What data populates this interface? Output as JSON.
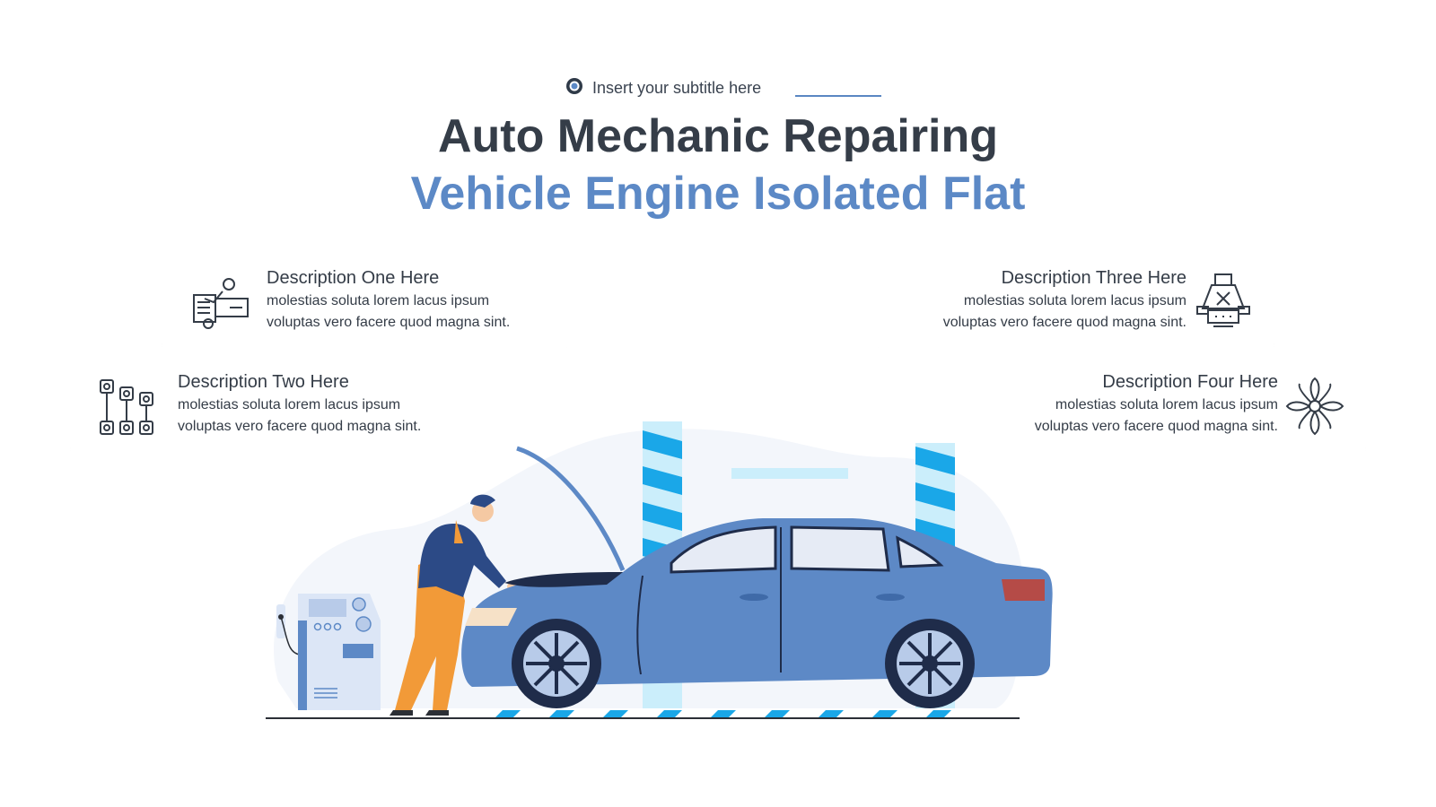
{
  "header": {
    "subtitle": "Insert your subtitle here",
    "subtitle_icon": "gear-icon",
    "title_line1": "Auto Mechanic Repairing",
    "title_line2": "Vehicle Engine Isolated Flat"
  },
  "cards": [
    {
      "title": "Description One Here",
      "line1": "molestias soluta lorem lacus ipsum",
      "line2": "voluptas vero facere quod magna sint.",
      "icon": "car-repair-icon"
    },
    {
      "title": "Description Two Here",
      "line1": "molestias soluta lorem lacus ipsum",
      "line2": "voluptas vero facere quod magna sint.",
      "icon": "spark-plugs-icon"
    },
    {
      "title": "Description Three Here",
      "line1": "molestias soluta lorem lacus ipsum",
      "line2": "voluptas vero facere quod magna sint.",
      "icon": "car-lift-icon"
    },
    {
      "title": "Description Four Here",
      "line1": "molestias soluta lorem lacus ipsum",
      "line2": "voluptas vero facere quod magna sint.",
      "icon": "fan-blades-icon"
    }
  ],
  "colors": {
    "accent": "#5c89c6",
    "dark_text": "#353d48",
    "car_body": "#5d89c6",
    "worker_overalls": "#f29a38",
    "worker_shirt": "#2c4a86",
    "lift_stripes": "#1aa7e8"
  },
  "illustration": "mechanic-repairing-car-illustration"
}
